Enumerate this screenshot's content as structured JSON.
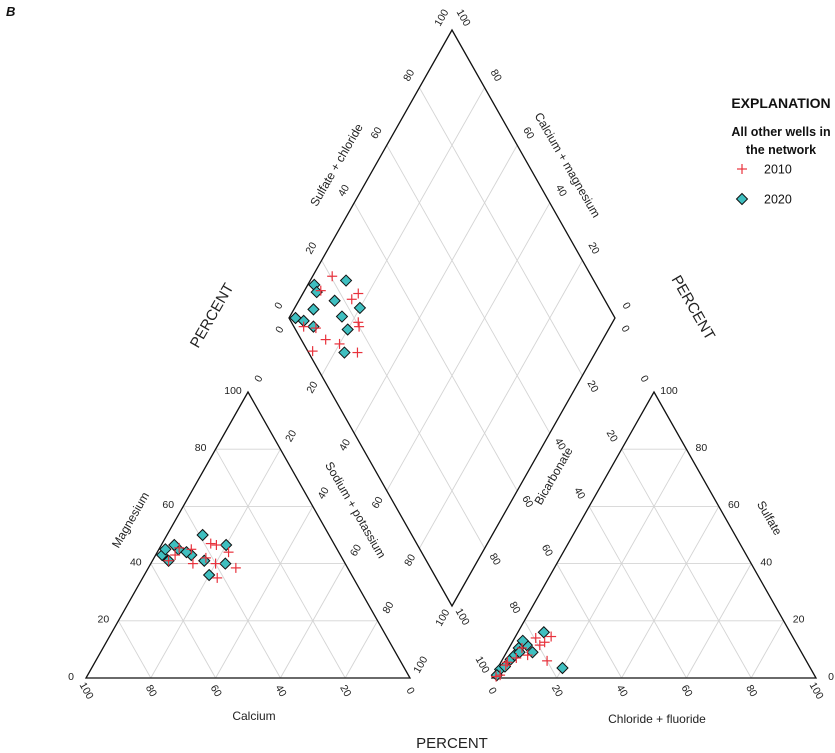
{
  "figure_label": "B",
  "chart_data": {
    "type": "scatter",
    "subtype": "piper-trilinear",
    "percent_label": "PERCENT",
    "axes": {
      "cation_mg": {
        "title": "Magnesium",
        "ticks": [
          "0",
          "20",
          "40",
          "60",
          "80",
          "100"
        ]
      },
      "cation_ca": {
        "title": "Calcium",
        "ticks": [
          "100",
          "80",
          "60",
          "40",
          "20",
          "0"
        ]
      },
      "cation_na": {
        "title": "Sodium + potassium",
        "ticks": [
          "0",
          "20",
          "40",
          "60",
          "80",
          "100"
        ]
      },
      "anion_hco3": {
        "title": "Bicarbonate",
        "ticks": [
          "100",
          "80",
          "60",
          "40",
          "20",
          "0"
        ]
      },
      "anion_cl": {
        "title": "Chloride + fluoride",
        "ticks": [
          "0",
          "20",
          "40",
          "60",
          "80",
          "100"
        ]
      },
      "anion_so4": {
        "title": "Sulfate",
        "ticks": [
          "100",
          "80",
          "60",
          "40",
          "20",
          "0"
        ]
      },
      "diamond_so4cl": {
        "title": "Sulfate + chloride",
        "ticks": [
          "0",
          "20",
          "40",
          "60",
          "80",
          "100"
        ]
      },
      "diamond_camg": {
        "title": "Calcium + magnesium",
        "ticks": [
          "100",
          "80",
          "60",
          "40",
          "20",
          "0"
        ]
      },
      "diamond_nak": {
        "ticks": [
          "0",
          "20",
          "40",
          "60",
          "80",
          "100"
        ]
      },
      "diamond_hco3": {
        "ticks": [
          "0",
          "20",
          "40",
          "60",
          "80",
          "100"
        ]
      }
    },
    "legend": {
      "title": "EXPLANATION",
      "subtitle": "All other wells in the network",
      "placement": "top-right"
    },
    "series": [
      {
        "name": "2010",
        "marker": "cross",
        "color": "#e8323c",
        "cations_ca_mg_na": [
          [
            36.5,
            46.5,
            17
          ],
          [
            34,
            44,
            22
          ],
          [
            42,
            42,
            16
          ],
          [
            40,
            40,
            20
          ],
          [
            34.5,
            38.5,
            27
          ],
          [
            42,
            35,
            23
          ],
          [
            51,
            43,
            6
          ],
          [
            45,
            45,
            10
          ],
          [
            54,
            41,
            5
          ],
          [
            48.5,
            45.5,
            6
          ],
          [
            38,
            47,
            15
          ],
          [
            47,
            40,
            13
          ]
        ],
        "anions_hco3_so4_cl": [
          [
            74.5,
            14.5,
            11
          ],
          [
            79.5,
            14,
            6.5
          ],
          [
            77.5,
            12.5,
            10
          ],
          [
            89,
            7,
            4
          ],
          [
            85,
            8,
            7
          ],
          [
            80,
            6,
            14
          ],
          [
            97,
            1,
            2
          ],
          [
            93.5,
            4.5,
            2
          ],
          [
            85.5,
            10.5,
            4
          ],
          [
            79.5,
            11.5,
            9
          ],
          [
            92.5,
            5.5,
            2
          ],
          [
            98.5,
            0.5,
            1
          ]
        ]
      },
      {
        "name": "2020",
        "marker": "diamond",
        "color": "#3fbfc0",
        "cations_ca_mg_na": [
          [
            39,
            50,
            11
          ],
          [
            33.5,
            46.5,
            20
          ],
          [
            55,
            43,
            2
          ],
          [
            49,
            45,
            6
          ],
          [
            46,
            43,
            11
          ],
          [
            43,
            41,
            16
          ],
          [
            37,
            40,
            23
          ],
          [
            44,
            36,
            20
          ],
          [
            54,
            41,
            5
          ],
          [
            47,
            44,
            9
          ],
          [
            53,
            45,
            2
          ],
          [
            49.5,
            46.5,
            4
          ]
        ],
        "anions_hco3_so4_cl": [
          [
            76,
            16,
            8
          ],
          [
            76.5,
            3.5,
            20
          ],
          [
            86.5,
            10.5,
            3
          ],
          [
            91,
            6.5,
            2.5
          ],
          [
            83,
            9,
            8
          ],
          [
            83.5,
            11.5,
            5
          ],
          [
            89,
            8,
            3
          ],
          [
            84,
            13,
            3
          ],
          [
            96,
            3,
            1
          ],
          [
            94,
            4,
            2
          ],
          [
            98,
            1,
            1
          ],
          [
            87,
            9,
            4
          ]
        ]
      }
    ]
  }
}
